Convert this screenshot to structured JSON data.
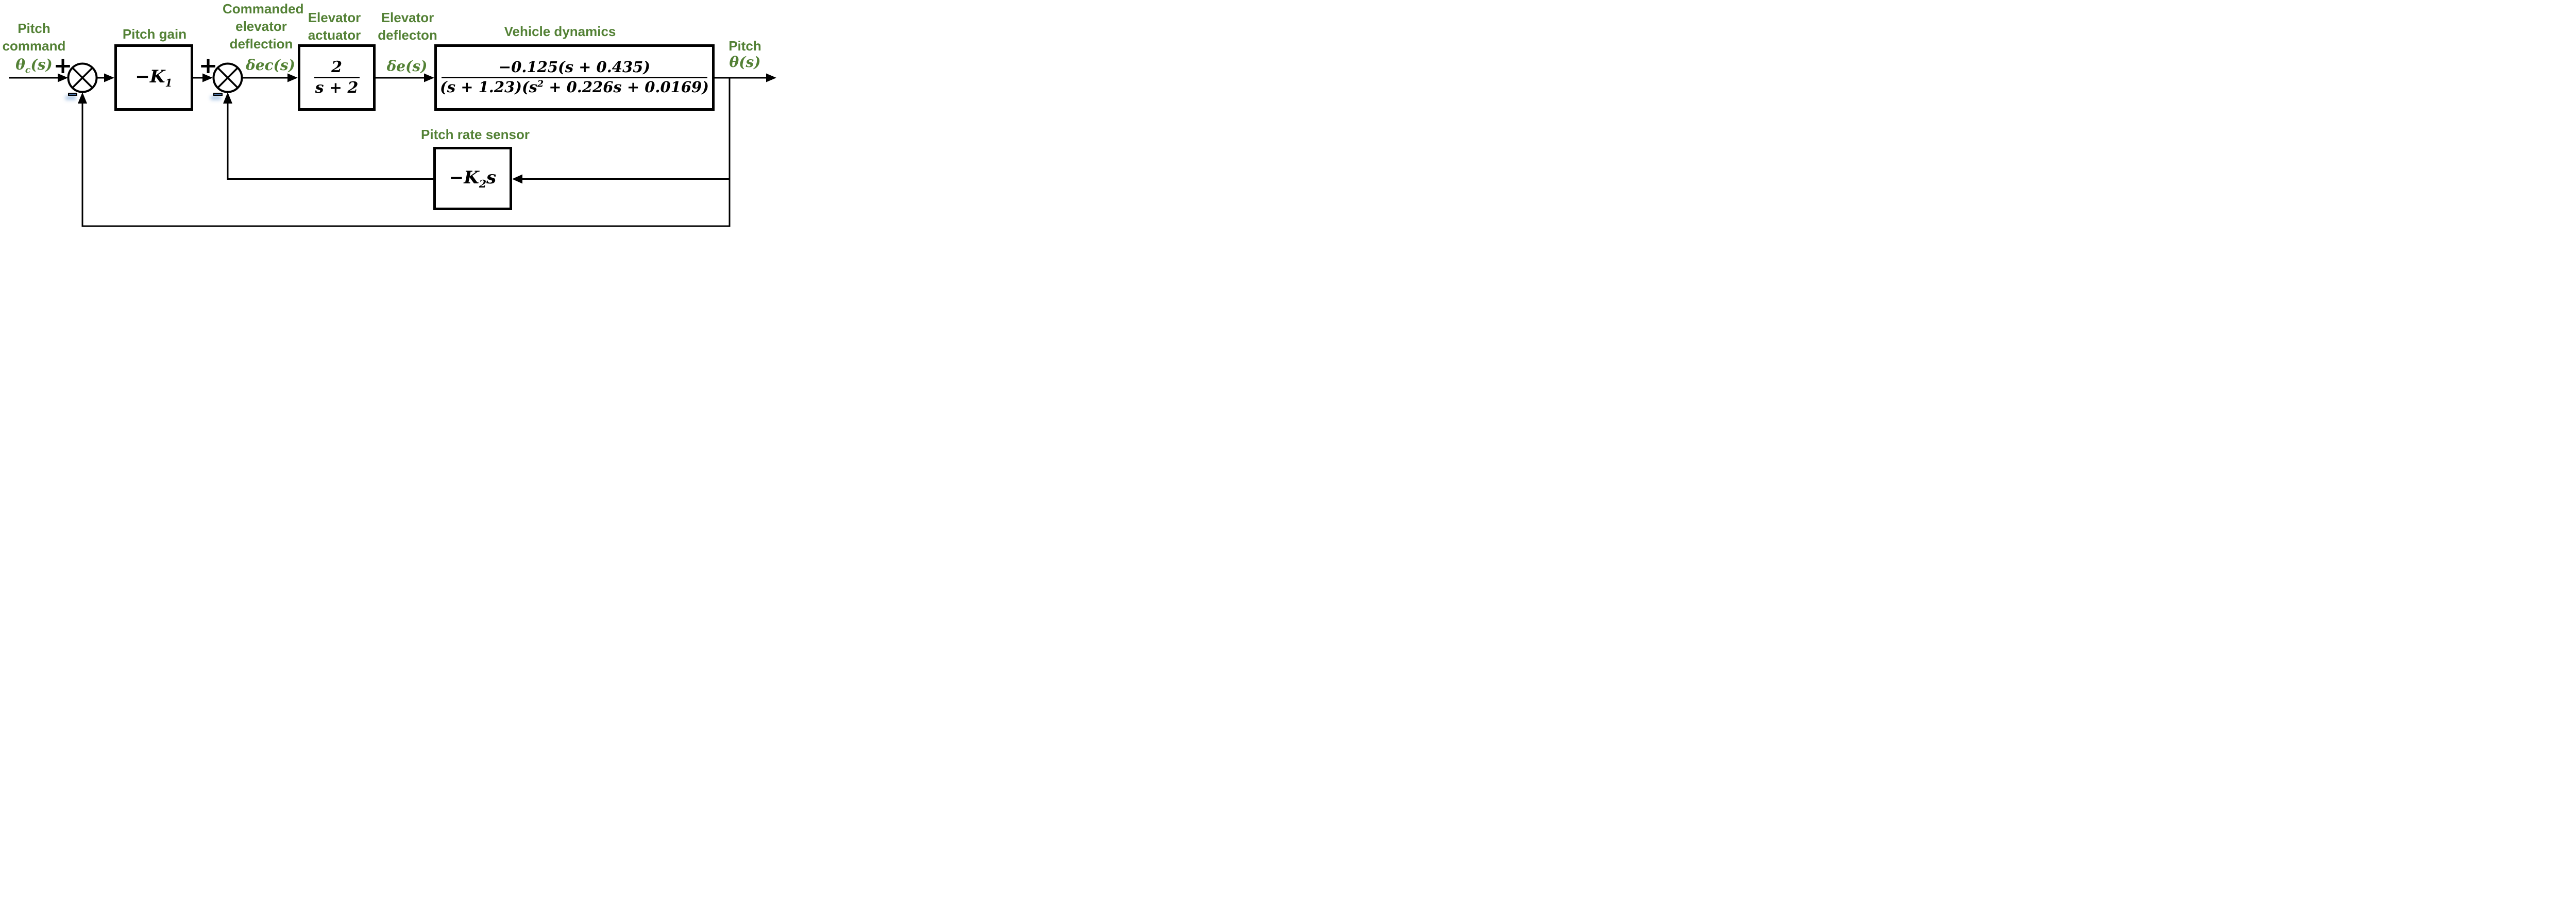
{
  "diagram_type": "pitch-control-system-block-diagram",
  "colors": {
    "label_green": "#538135",
    "line_black": "#000000",
    "minus_fill": "#4a74a8",
    "minus_shadow": "#a9c4e8"
  },
  "labels": {
    "pitch_command": {
      "line1": "Pitch",
      "line2": "command",
      "sym_base": "θ",
      "sym_sub": "c",
      "sym_post": "(s)"
    },
    "pitch_gain_title": "Pitch gain",
    "commanded_elevator": [
      "Commanded",
      "elevator",
      "deflection"
    ],
    "commanded_signal": "δec(s)",
    "elevator_actuator_title": [
      "Elevator",
      "actuator"
    ],
    "elevator_deflection_title": [
      "Elevator",
      "deflecton"
    ],
    "deflection_signal": "δe(s)",
    "vehicle_dynamics_title": "Vehicle dynamics",
    "pitch_output": {
      "line1": "Pitch",
      "sym": "θ(s)"
    },
    "pitch_rate_sensor_title": "Pitch rate sensor"
  },
  "summing_junctions": [
    {
      "name": "input-summer",
      "plus": "+",
      "minus": "−"
    },
    {
      "name": "inner-loop-summer",
      "plus": "+",
      "minus": "−"
    }
  ],
  "blocks": {
    "gain": {
      "main": "−K",
      "sub": "1"
    },
    "actuator": {
      "num": "2",
      "den": "s + 2"
    },
    "vehicle": {
      "num": "−0.125(s + 0.435)",
      "den_pre": "(s + 1.23)(s",
      "den_sup": "2",
      "den_post": " + 0.226s + 0.0169)"
    },
    "sensor": {
      "main": "−K",
      "sub": "2",
      "post": "s"
    }
  }
}
